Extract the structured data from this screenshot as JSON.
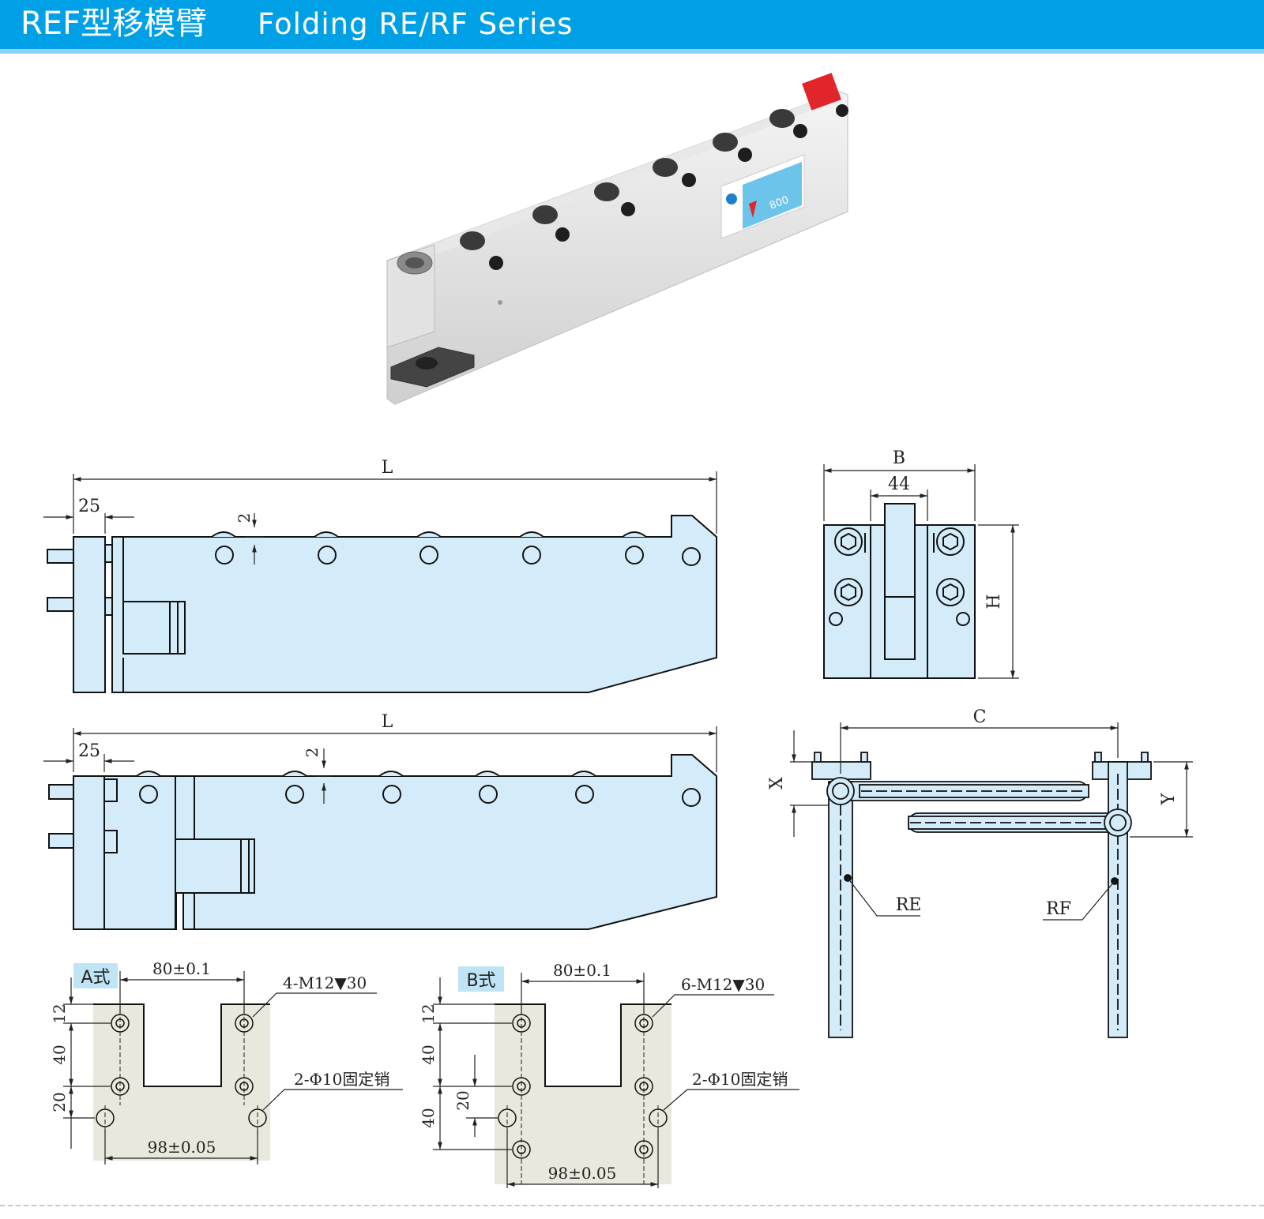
{
  "header": {
    "title_cn": "REF型移模臂",
    "title_en": "Folding RE/RF Series"
  },
  "photo": {
    "label_capacity": "800"
  },
  "side_view_top": {
    "dim_length": "L",
    "dim_offset": "25",
    "dim_step": "2"
  },
  "end_view": {
    "dim_width": "B",
    "dim_inner": "44",
    "dim_height": "H"
  },
  "side_view_bottom": {
    "dim_length": "L",
    "dim_offset": "25",
    "dim_step": "2"
  },
  "folding_view": {
    "dim_c": "C",
    "dim_x": "X",
    "dim_y": "Y",
    "label_re": "RE",
    "label_rf": "RF"
  },
  "style_a": {
    "tag": "A式",
    "dim_top": "80±0.1",
    "dim_bottom": "98±0.05",
    "dim_12": "12",
    "dim_40": "40",
    "dim_20": "20",
    "note_thread": "4-M12▼30",
    "note_pin": "2-Φ10固定销"
  },
  "style_b": {
    "tag": "B式",
    "dim_top": "80±0.1",
    "dim_bottom": "98±0.05",
    "dim_12": "12",
    "dim_40a": "40",
    "dim_20": "20",
    "dim_40b": "40",
    "note_thread": "6-M12▼30",
    "note_pin": "2-Φ10固定销"
  },
  "colors": {
    "header_blue": "#00a0e6",
    "part_fill": "#d4ecf9",
    "plate_fill": "#e8e8dc",
    "tag_fill": "#bfe4f5"
  }
}
